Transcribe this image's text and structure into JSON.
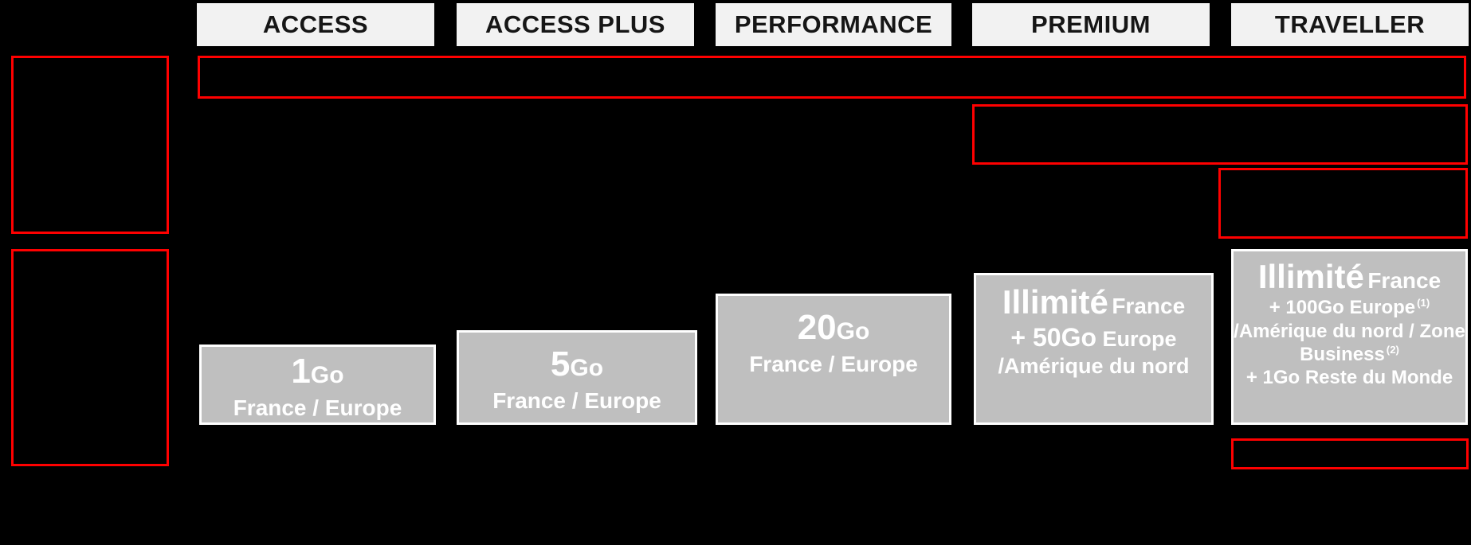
{
  "colors": {
    "background": "#000000",
    "annotation_red": "#ff0000",
    "bar_gray": "#bfbfbf",
    "bar_border": "#ffffff",
    "bar_text": "#ffffff",
    "header_bg": "#f2f2f2",
    "header_text": "#161616"
  },
  "plans": [
    {
      "label": "ACCESS",
      "amount": "1",
      "unit": "Go",
      "zone": "France / Europe"
    },
    {
      "label": "ACCESS PLUS",
      "amount": "5",
      "unit": "Go",
      "zone": "France / Europe"
    },
    {
      "label": "PERFORMANCE",
      "amount": "20",
      "unit": "Go",
      "zone": "France / Europe"
    },
    {
      "label": "PREMIUM",
      "headline": "Illimité",
      "headline_suffix": "France",
      "line1_strong": "+ 50Go",
      "line1_rest": "Europe",
      "line2": "/Amérique du nord"
    },
    {
      "label": "TRAVELLER",
      "headline": "Illimité",
      "headline_suffix": "France",
      "line1": "+ 100Go Europe",
      "line1_sup": "(1)",
      "line2a": "/Amérique du nord / Zone",
      "line2b": "Business",
      "line2_sup": "(2)",
      "line3": "+ 1Go Reste du Monde"
    }
  ]
}
